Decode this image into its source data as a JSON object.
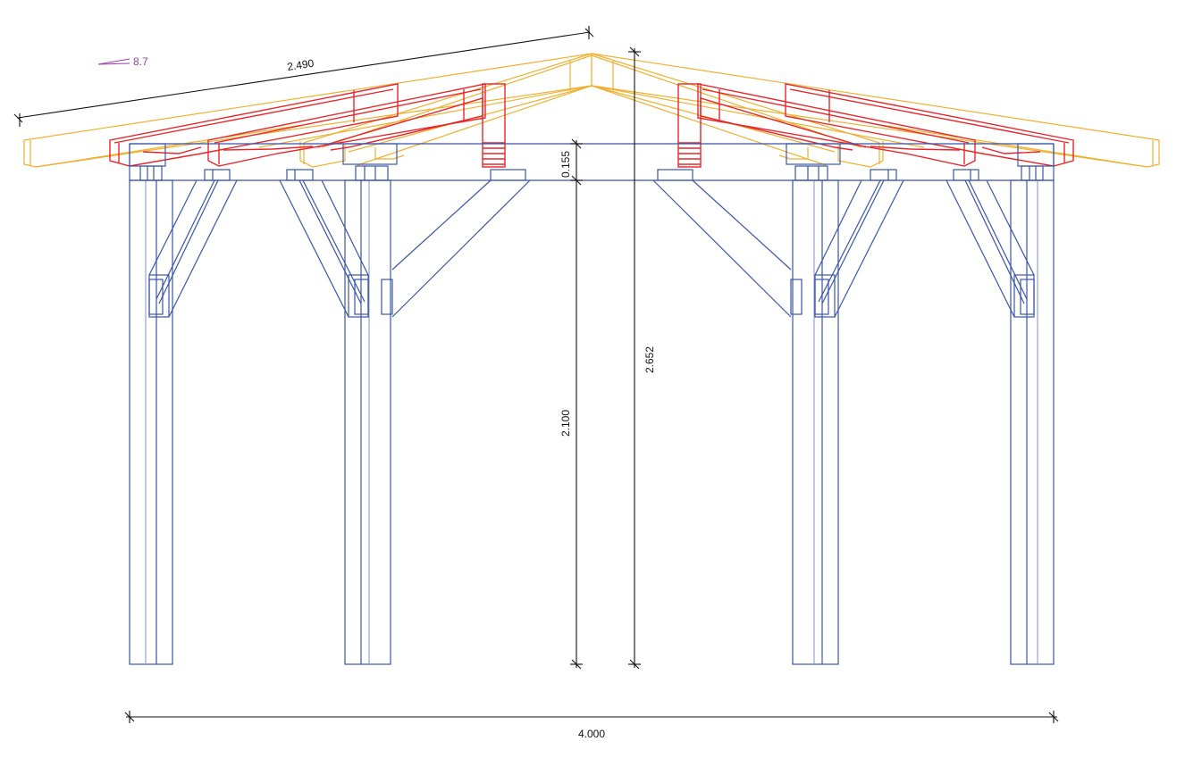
{
  "drawing": {
    "title": "Timber pergola front elevation",
    "slope_label": "8.7",
    "dimensions": {
      "rafter_length": "2.490",
      "beam_height": "0.155",
      "post_height": "2.100",
      "total_height": "2.652",
      "total_width": "4.000"
    },
    "colors": {
      "structure": "#3a55a8",
      "rafters_section": "#e8262a",
      "roof": "#eeb030",
      "dimension": "#111111",
      "slope": "#9a3fa8"
    }
  }
}
